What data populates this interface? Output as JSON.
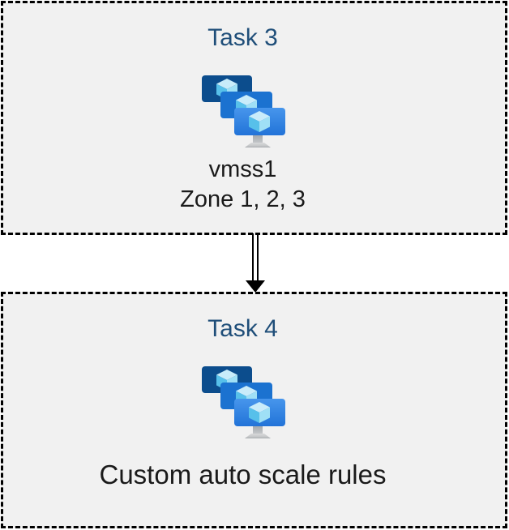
{
  "tasks": [
    {
      "title": "Task 3",
      "icon": "vmss-icon",
      "lines": [
        "vmss1",
        "Zone 1, 2, 3"
      ]
    },
    {
      "title": "Task 4",
      "icon": "vmss-icon",
      "lines": [
        "Custom auto scale rules"
      ]
    }
  ],
  "connector": {
    "shape": "double-line-arrow",
    "direction": "down",
    "from": "Task 3",
    "to": "Task 4"
  },
  "colors": {
    "canvas_background": "#ffffff",
    "box_fill": "#f1f1f1",
    "box_border": "#000000",
    "title_text": "#1f4e79",
    "body_text": "#1a1a1a",
    "icon_screen_back": "#0c4d8d",
    "icon_screen_middle": "#1b72d0",
    "icon_screen_front_top": "#4796ec",
    "icon_screen_front_bottom": "#2273d8",
    "icon_cube_top": "#c9ecfa",
    "icon_cube_left": "#57c0ea",
    "icon_cube_right": "#9fe0f6",
    "icon_stand_light": "#d9dadb",
    "icon_stand_dark": "#a2a6aa"
  }
}
